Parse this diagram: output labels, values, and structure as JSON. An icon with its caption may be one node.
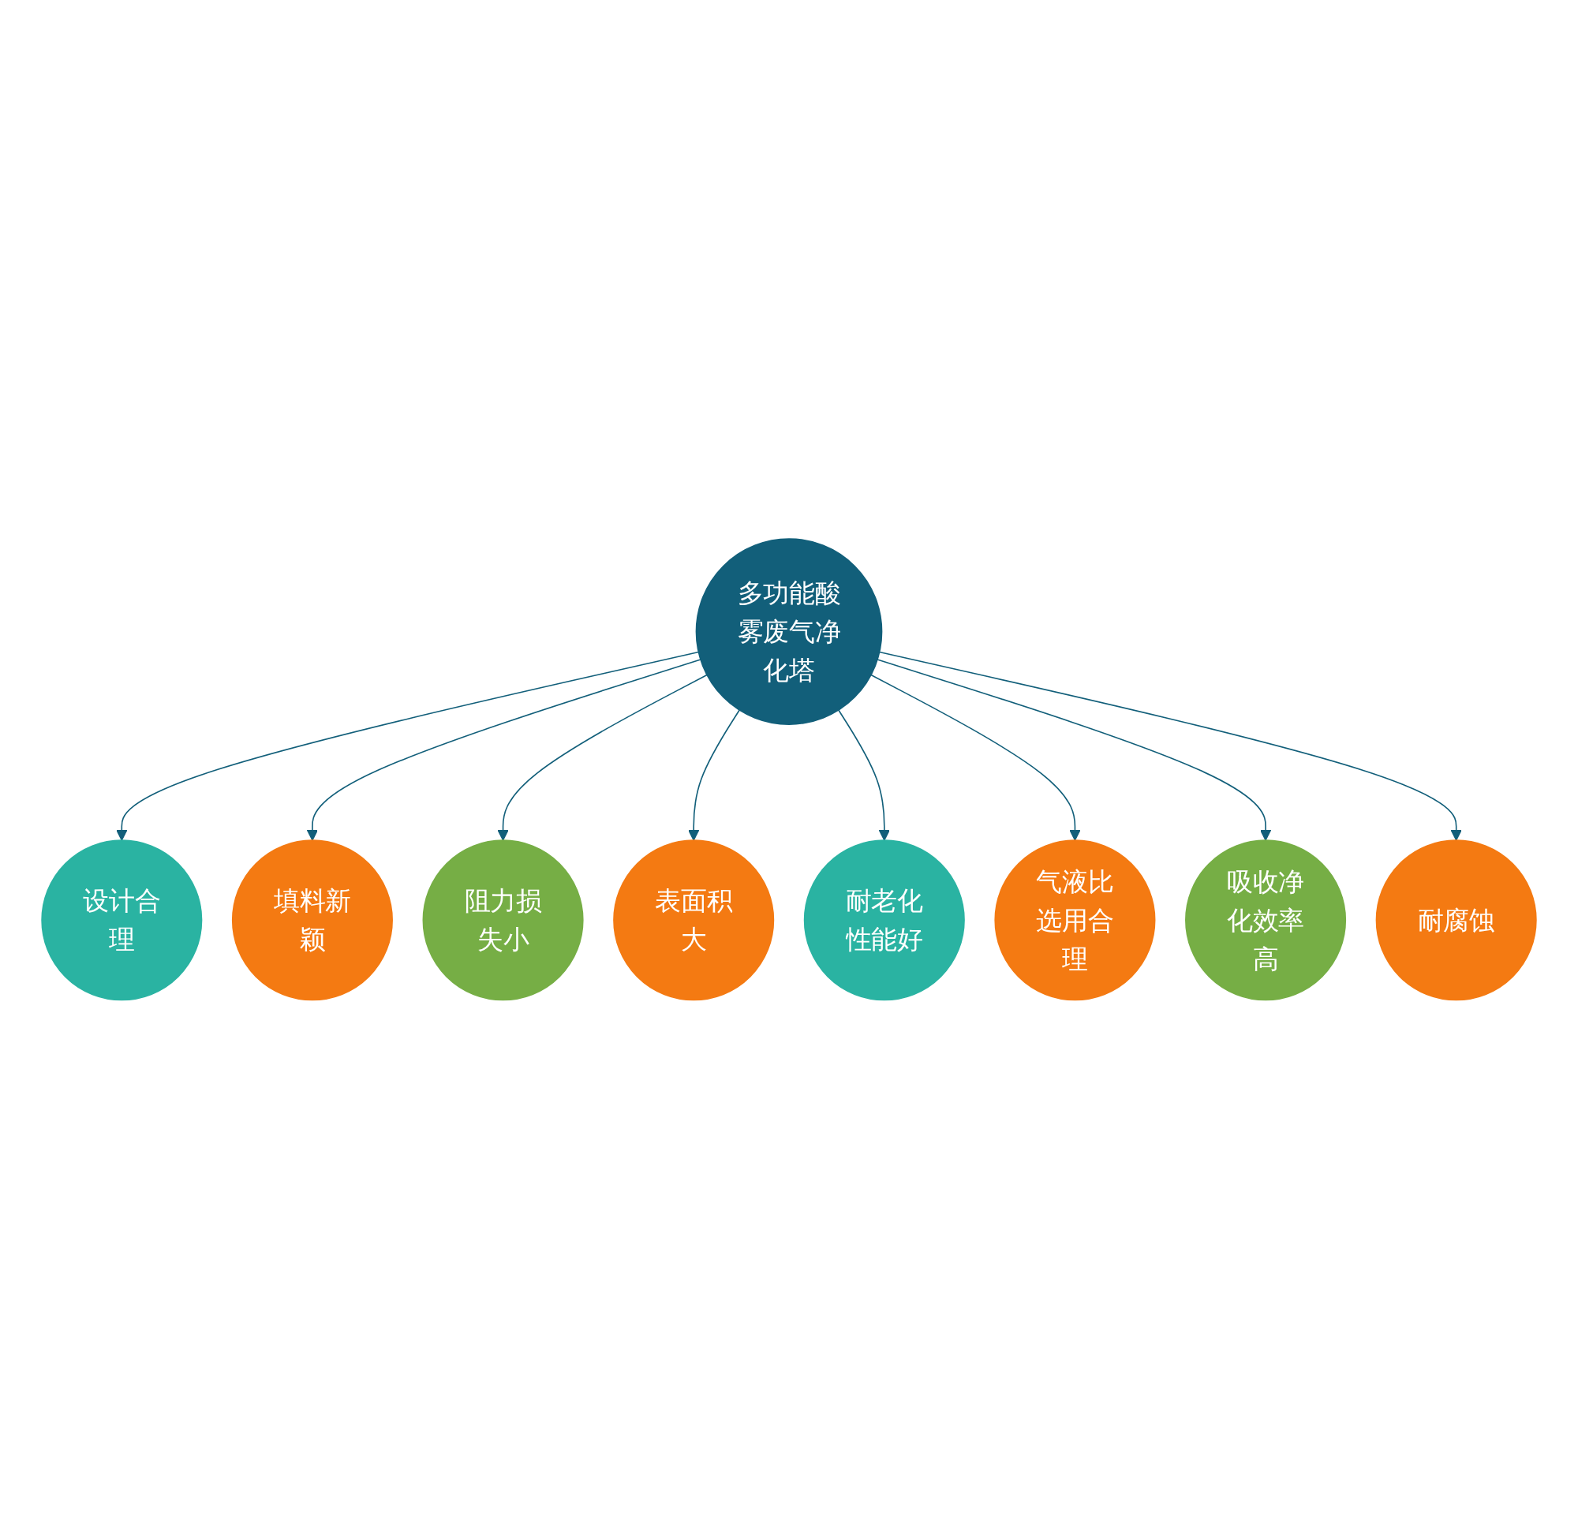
{
  "diagram": {
    "nodes": [
      {
        "text": [
          "多功能酸雾废气净化塔"
        ]
      },
      {
        "text": [
          "设计合理"
        ]
      },
      {
        "text": [
          "填料新颖"
        ]
      },
      {
        "text": [
          "阻力损失小"
        ]
      },
      {
        "text": [
          "表面积大"
        ]
      },
      {
        "text": [
          "耐老化性能好"
        ]
      },
      {
        "text": [
          "气液比选用合理"
        ]
      },
      {
        "text": [
          "吸收净化效率高"
        ]
      },
      {
        "text": [
          "耐腐蚀"
        ]
      }
    ],
    "edges": [
      {
        "from": 0,
        "to": 1,
        "arrow": "to"
      },
      {
        "from": 0,
        "to": 2,
        "arrow": "to"
      },
      {
        "from": 0,
        "to": 3,
        "arrow": "to"
      },
      {
        "from": 0,
        "to": 4,
        "arrow": "to"
      },
      {
        "from": 0,
        "to": 5,
        "arrow": "to"
      },
      {
        "from": 0,
        "to": 6,
        "arrow": "to"
      },
      {
        "from": 0,
        "to": 7,
        "arrow": "to"
      },
      {
        "from": 0,
        "to": 8,
        "arrow": "to"
      }
    ]
  }
}
